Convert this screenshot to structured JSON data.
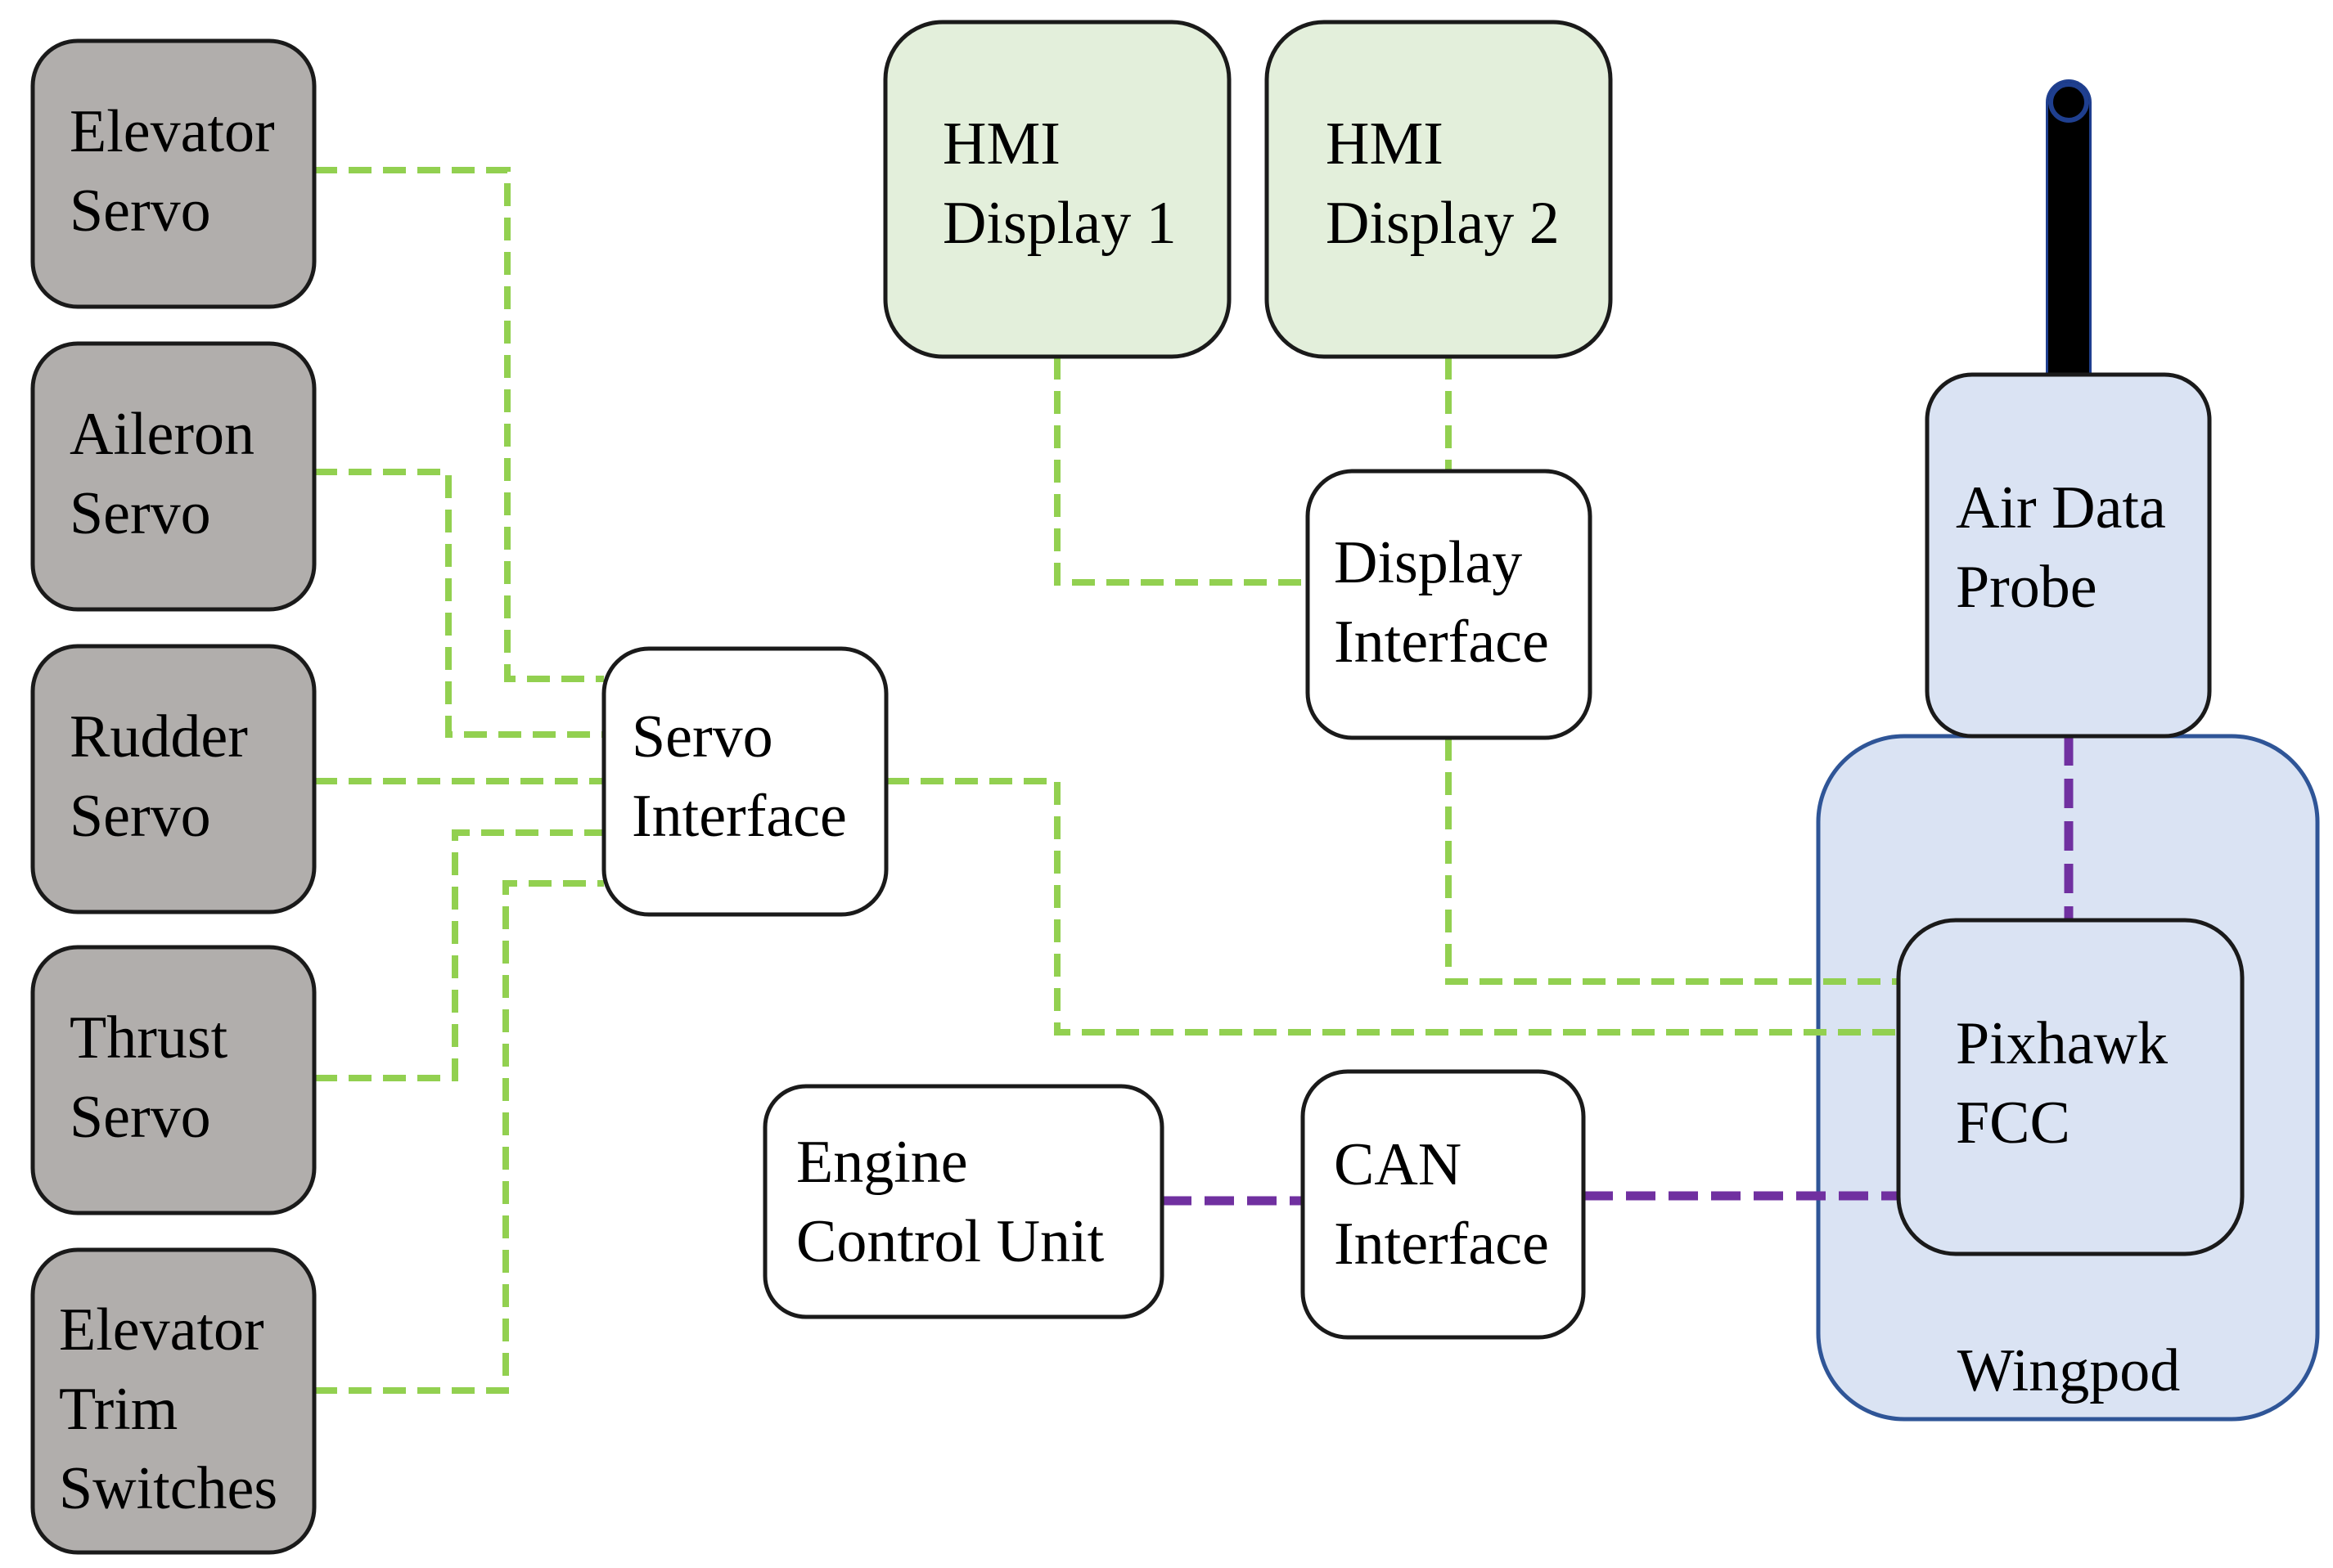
{
  "components": {
    "elevator_servo": [
      "Elevator",
      "Servo"
    ],
    "aileron_servo": [
      "Aileron",
      "Servo"
    ],
    "rudder_servo": [
      "Rudder",
      "Servo"
    ],
    "thrust_servo": [
      "Thrust",
      "Servo"
    ],
    "elevator_trim_switches": [
      "Elevator",
      "Trim",
      "Switches"
    ],
    "servo_interface": [
      "Servo",
      "Interface"
    ],
    "hmi_display_1": [
      "HMI",
      "Display 1"
    ],
    "hmi_display_2": [
      "HMI",
      "Display 2"
    ],
    "display_interface": [
      "Display",
      "Interface"
    ],
    "engine_control_unit": [
      "Engine",
      "Control Unit"
    ],
    "can_interface": [
      "CAN",
      "Interface"
    ],
    "air_data_probe": [
      "Air Data",
      "Probe"
    ],
    "pixhawk_fcc": [
      "Pixhawk",
      "FCC"
    ],
    "wingpod": "Wingpod"
  },
  "colors": {
    "servo_fill": "#b1aeac",
    "display_fill": "#e3efdb",
    "wingpod_fill": "#dae3f3",
    "wingpod_border": "#2f5597",
    "green_link": "#92d050",
    "purple_link": "#7030a0"
  }
}
